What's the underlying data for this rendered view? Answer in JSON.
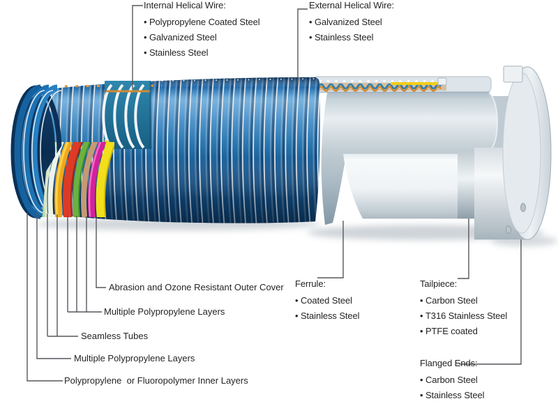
{
  "callouts": {
    "internal": {
      "title": "Internal Helical Wire:",
      "items": [
        "Polypropylene Coated Steel",
        "Galvanized Steel",
        "Stainless Steel"
      ]
    },
    "external": {
      "title": "External Helical Wire:",
      "items": [
        "Galvanized Steel",
        "Stainless Steel"
      ]
    },
    "ferrule": {
      "title": "Ferrule:",
      "items": [
        "Coated Steel",
        "Stainless Steel"
      ]
    },
    "tailpiece": {
      "title": "Tailpiece:",
      "items": [
        "Carbon Steel",
        "T316 Stainless Steel",
        "PTFE coated"
      ]
    },
    "flanged": {
      "title": "Flanged Ends:",
      "items": [
        "Carbon Steel",
        "Stainless Steel"
      ]
    }
  },
  "layer_labels": {
    "outer_cover": "Abrasion and Ozone Resistant Outer Cover",
    "poly_layers_outer": "Multiple Polypropylene Layers",
    "seamless_tubes": "Seamless Tubes",
    "poly_layers_inner": "Multiple Polypropylene Layers",
    "inner_layers": "Polypropylene  or Fluoropolymer Inner Layers"
  },
  "colors": {
    "hose_blue": "#2272ae",
    "hose_highlight": "#4e9ad3",
    "helical_wire_white": "#e7edf3",
    "layer_orange": "#f2a71b",
    "layer_red": "#dd3b25",
    "layer_green": "#6cb23e",
    "layer_tan": "#c49a73",
    "layer_magenta": "#d3219c",
    "layer_yellow": "#f2df1b",
    "metal_gray": "#c2cdd4",
    "text": "#262423",
    "leader_line": "#55575b"
  }
}
